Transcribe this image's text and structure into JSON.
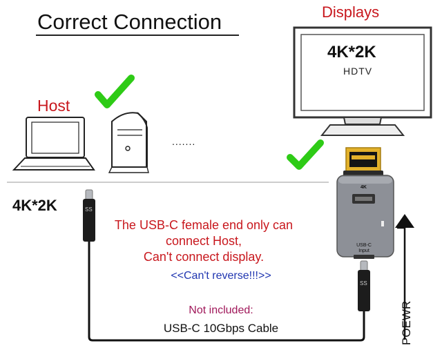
{
  "title": "Correct Connection",
  "displays_label": "Displays",
  "host_label": "Host",
  "tv": {
    "resolution": "4K*2K",
    "type": "HDTV"
  },
  "resolution_left": "4K*2K",
  "ellipsis": ".......",
  "note": {
    "line1": "The USB-C female end only can",
    "line2": "connect Host,",
    "line3": "Can't connect display."
  },
  "reverse_warning": "<<Can't reverse!!!>>",
  "not_included": "Not included:",
  "cable_label": "USB-C 10Gbps Cable",
  "power_label": "POEWR",
  "adapter": {
    "top_label": "4K",
    "bottom_label": "USB-C Input"
  },
  "colors": {
    "red_text": "#c8171d",
    "blue_text": "#1f35b0",
    "check_green": "#2ecb16",
    "adapter_grey": "#8d9097"
  },
  "icons": [
    "laptop-icon",
    "desktop-tower-icon",
    "tv-monitor-icon",
    "hdmi-plug-icon",
    "checkmark-icon",
    "usb-c-plug-icon",
    "arrow-up-icon"
  ]
}
